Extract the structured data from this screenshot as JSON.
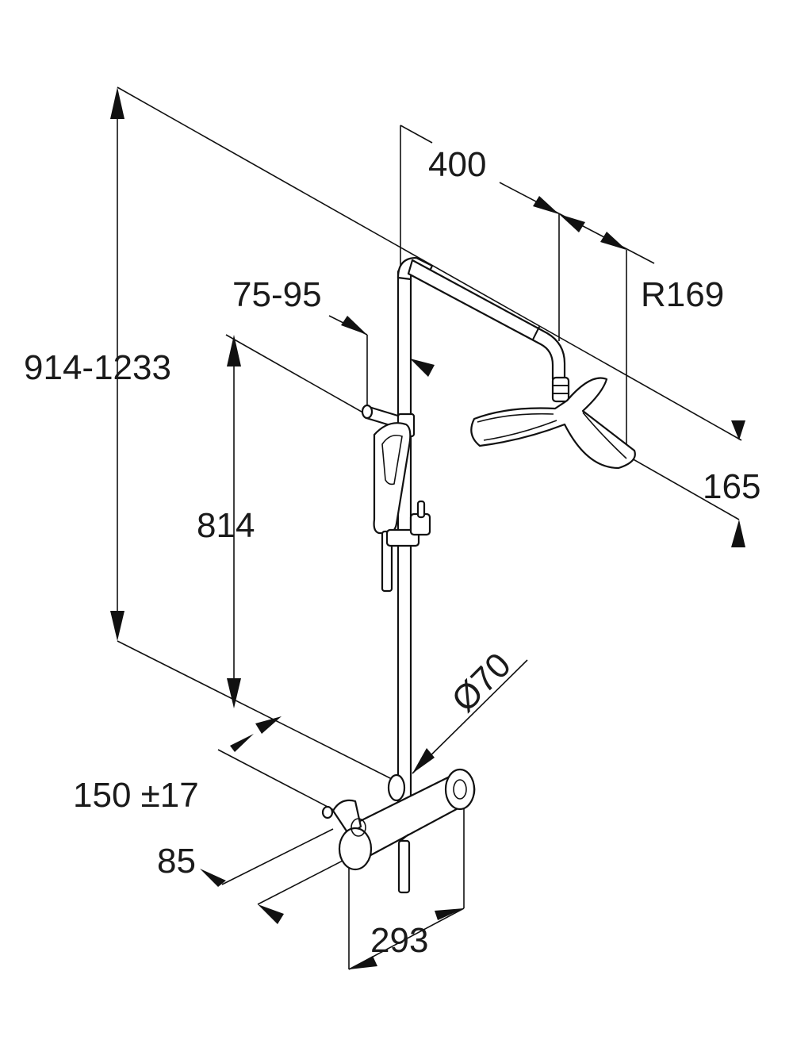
{
  "dimensions": {
    "total_height": "914-1233",
    "rail_length": "814",
    "handshower_offset": "75-95",
    "arm_projection": "400",
    "head_radius": "R169",
    "head_height": "165",
    "diameter": "Ø70",
    "center_distance": "150 ±17",
    "wall_offset": "85",
    "mixer_width": "293"
  },
  "colors": {
    "line": "#111111",
    "background": "#ffffff"
  }
}
